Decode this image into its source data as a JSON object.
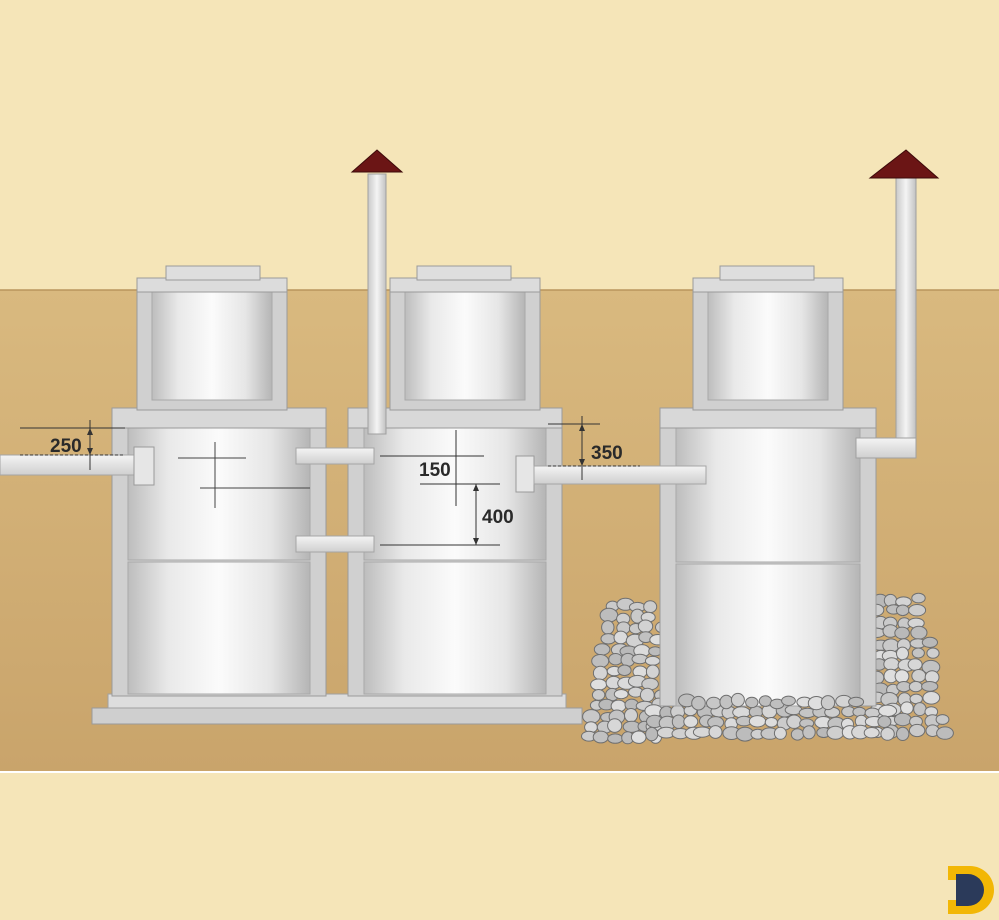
{
  "colors": {
    "sky": "#f5e5b8",
    "soil": "#d8b781",
    "concrete_frame": "#cccccc",
    "ring_light": "#f7f7f7",
    "ring_dark": "#b9b9b9",
    "vent_cap": "#6b1515",
    "gravel": "#c9c9c9",
    "logo_yellow": "#f2b705",
    "logo_navy": "#2b3a5a"
  },
  "dimensions": {
    "inlet_drop": "250",
    "overflow_gap": "150",
    "overflow_depth": "400",
    "outlet_drop": "350"
  },
  "elements": {
    "tank_1": "settling-well-1",
    "tank_2": "settling-well-2",
    "tank_3": "filtration-well",
    "gravel": "gravel-filter-bed",
    "vents": "ventilation-pipe"
  },
  "logo": {
    "icon": "d-letter-logo"
  }
}
